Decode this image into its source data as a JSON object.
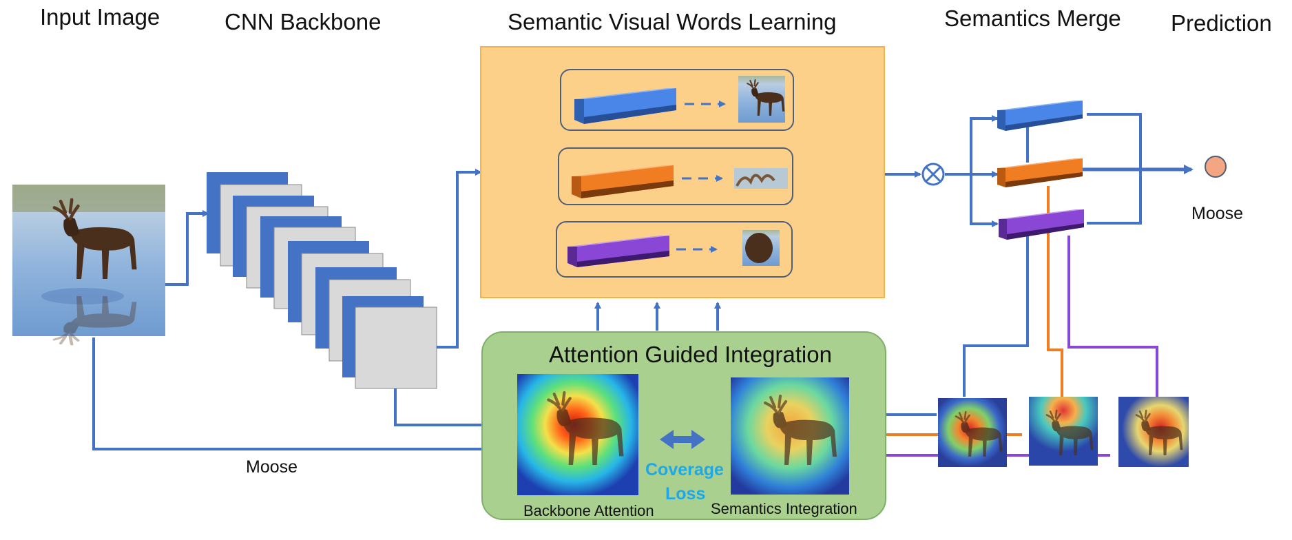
{
  "headers": {
    "input_image": "Input Image",
    "cnn_backbone": "CNN Backbone",
    "semantic_words": "Semantic Visual Words Learning",
    "semantics_merge": "Semantics Merge",
    "prediction": "Prediction"
  },
  "attention_module": {
    "title": "Attention Guided Integration",
    "coverage_loss": [
      "Coverage",
      "Loss"
    ],
    "backbone_attention": "Backbone Attention",
    "semantics_integration": "Semantics Integration"
  },
  "labels": {
    "moose_bottom": "Moose",
    "moose_prediction": "Moose"
  },
  "colors": {
    "flow_blue": "#4472c4",
    "word_blue": "#4a86e8",
    "word_orange": "#f07d22",
    "word_purple": "#8a46d4",
    "semantic_panel": "#fdd08a",
    "attention_panel": "#a9d08e",
    "prediction_node": "#f4a582",
    "coverage_text": "#1fa8e8"
  },
  "icons": {
    "merge": "circled-times-icon",
    "coverage": "double-arrow-icon"
  }
}
